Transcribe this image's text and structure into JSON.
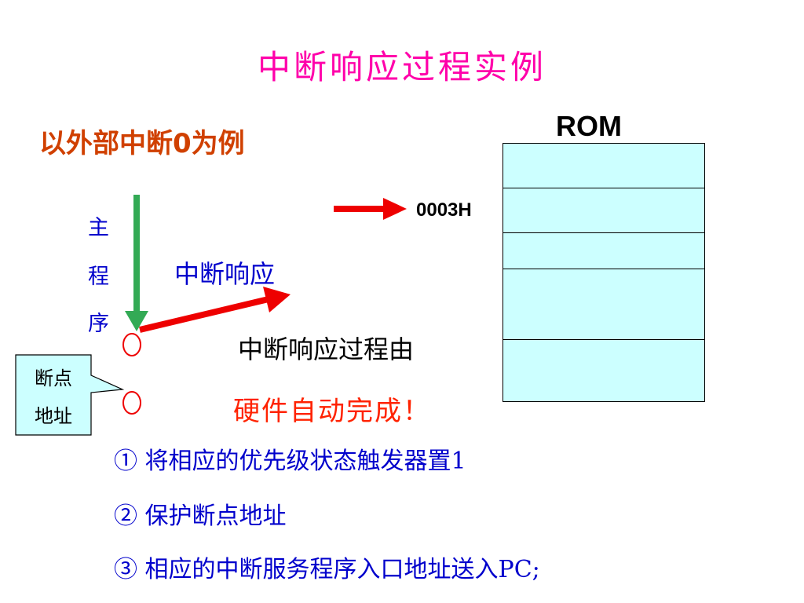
{
  "slide": {
    "title": "中断响应过程实例",
    "subtitle": "以外部中断0为例",
    "rom_label": "ROM",
    "address_label": "0003H",
    "main_program_chars": [
      "主",
      "程",
      "序"
    ],
    "interrupt_response_label": "中断响应",
    "process_line": "中断响应过程由",
    "hardware_line": "硬件自动完成！",
    "callout": {
      "line1": "断点",
      "line2": "地址"
    },
    "steps": [
      "① 将相应的优先级状态触发器置1",
      "②  保护断点地址",
      "③  相应的中断服务程序入口地址送入PC;"
    ]
  },
  "colors": {
    "title": "#ff00aa",
    "subtitle": "#d04000",
    "blue_text": "#0000cc",
    "red_arrow": "#ee0000",
    "green_arrow": "#33aa55",
    "rom_fill": "#ccffff",
    "callout_fill": "#ccffff"
  }
}
